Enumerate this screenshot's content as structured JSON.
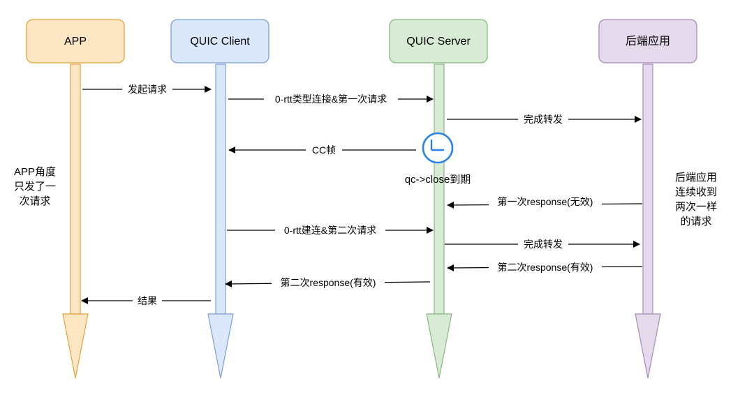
{
  "participants": {
    "app": {
      "label": "APP",
      "fill": "#fde6c3",
      "stroke": "#e0a438"
    },
    "client": {
      "label": "QUIC Client",
      "fill": "#dbe8fb",
      "stroke": "#7aa0d6"
    },
    "server": {
      "label": "QUIC Server",
      "fill": "#d8ebd5",
      "stroke": "#88b77f"
    },
    "backend": {
      "label": "后端应用",
      "fill": "#e5d9ec",
      "stroke": "#a68bb9"
    }
  },
  "messages": {
    "m1": "发起请求",
    "m2": "0-rtt类型连接&第一次请求",
    "m3": "完成转发",
    "m4": "CC帧",
    "m5": "第一次response(无效)",
    "m6": "0-rtt建连&第二次请求",
    "m7": "完成转发",
    "m8": "第二次response(有效)",
    "m9": "第二次response(有效)",
    "m10": "结果"
  },
  "timer": {
    "icon": "clock-icon",
    "label": "qc->close到期",
    "color": "#2a84e8"
  },
  "notes": {
    "app": [
      "APP角度",
      "只发了一",
      "次请求"
    ],
    "backend": [
      "后端应用",
      "连续收到",
      "两次一样",
      "的请求"
    ]
  }
}
